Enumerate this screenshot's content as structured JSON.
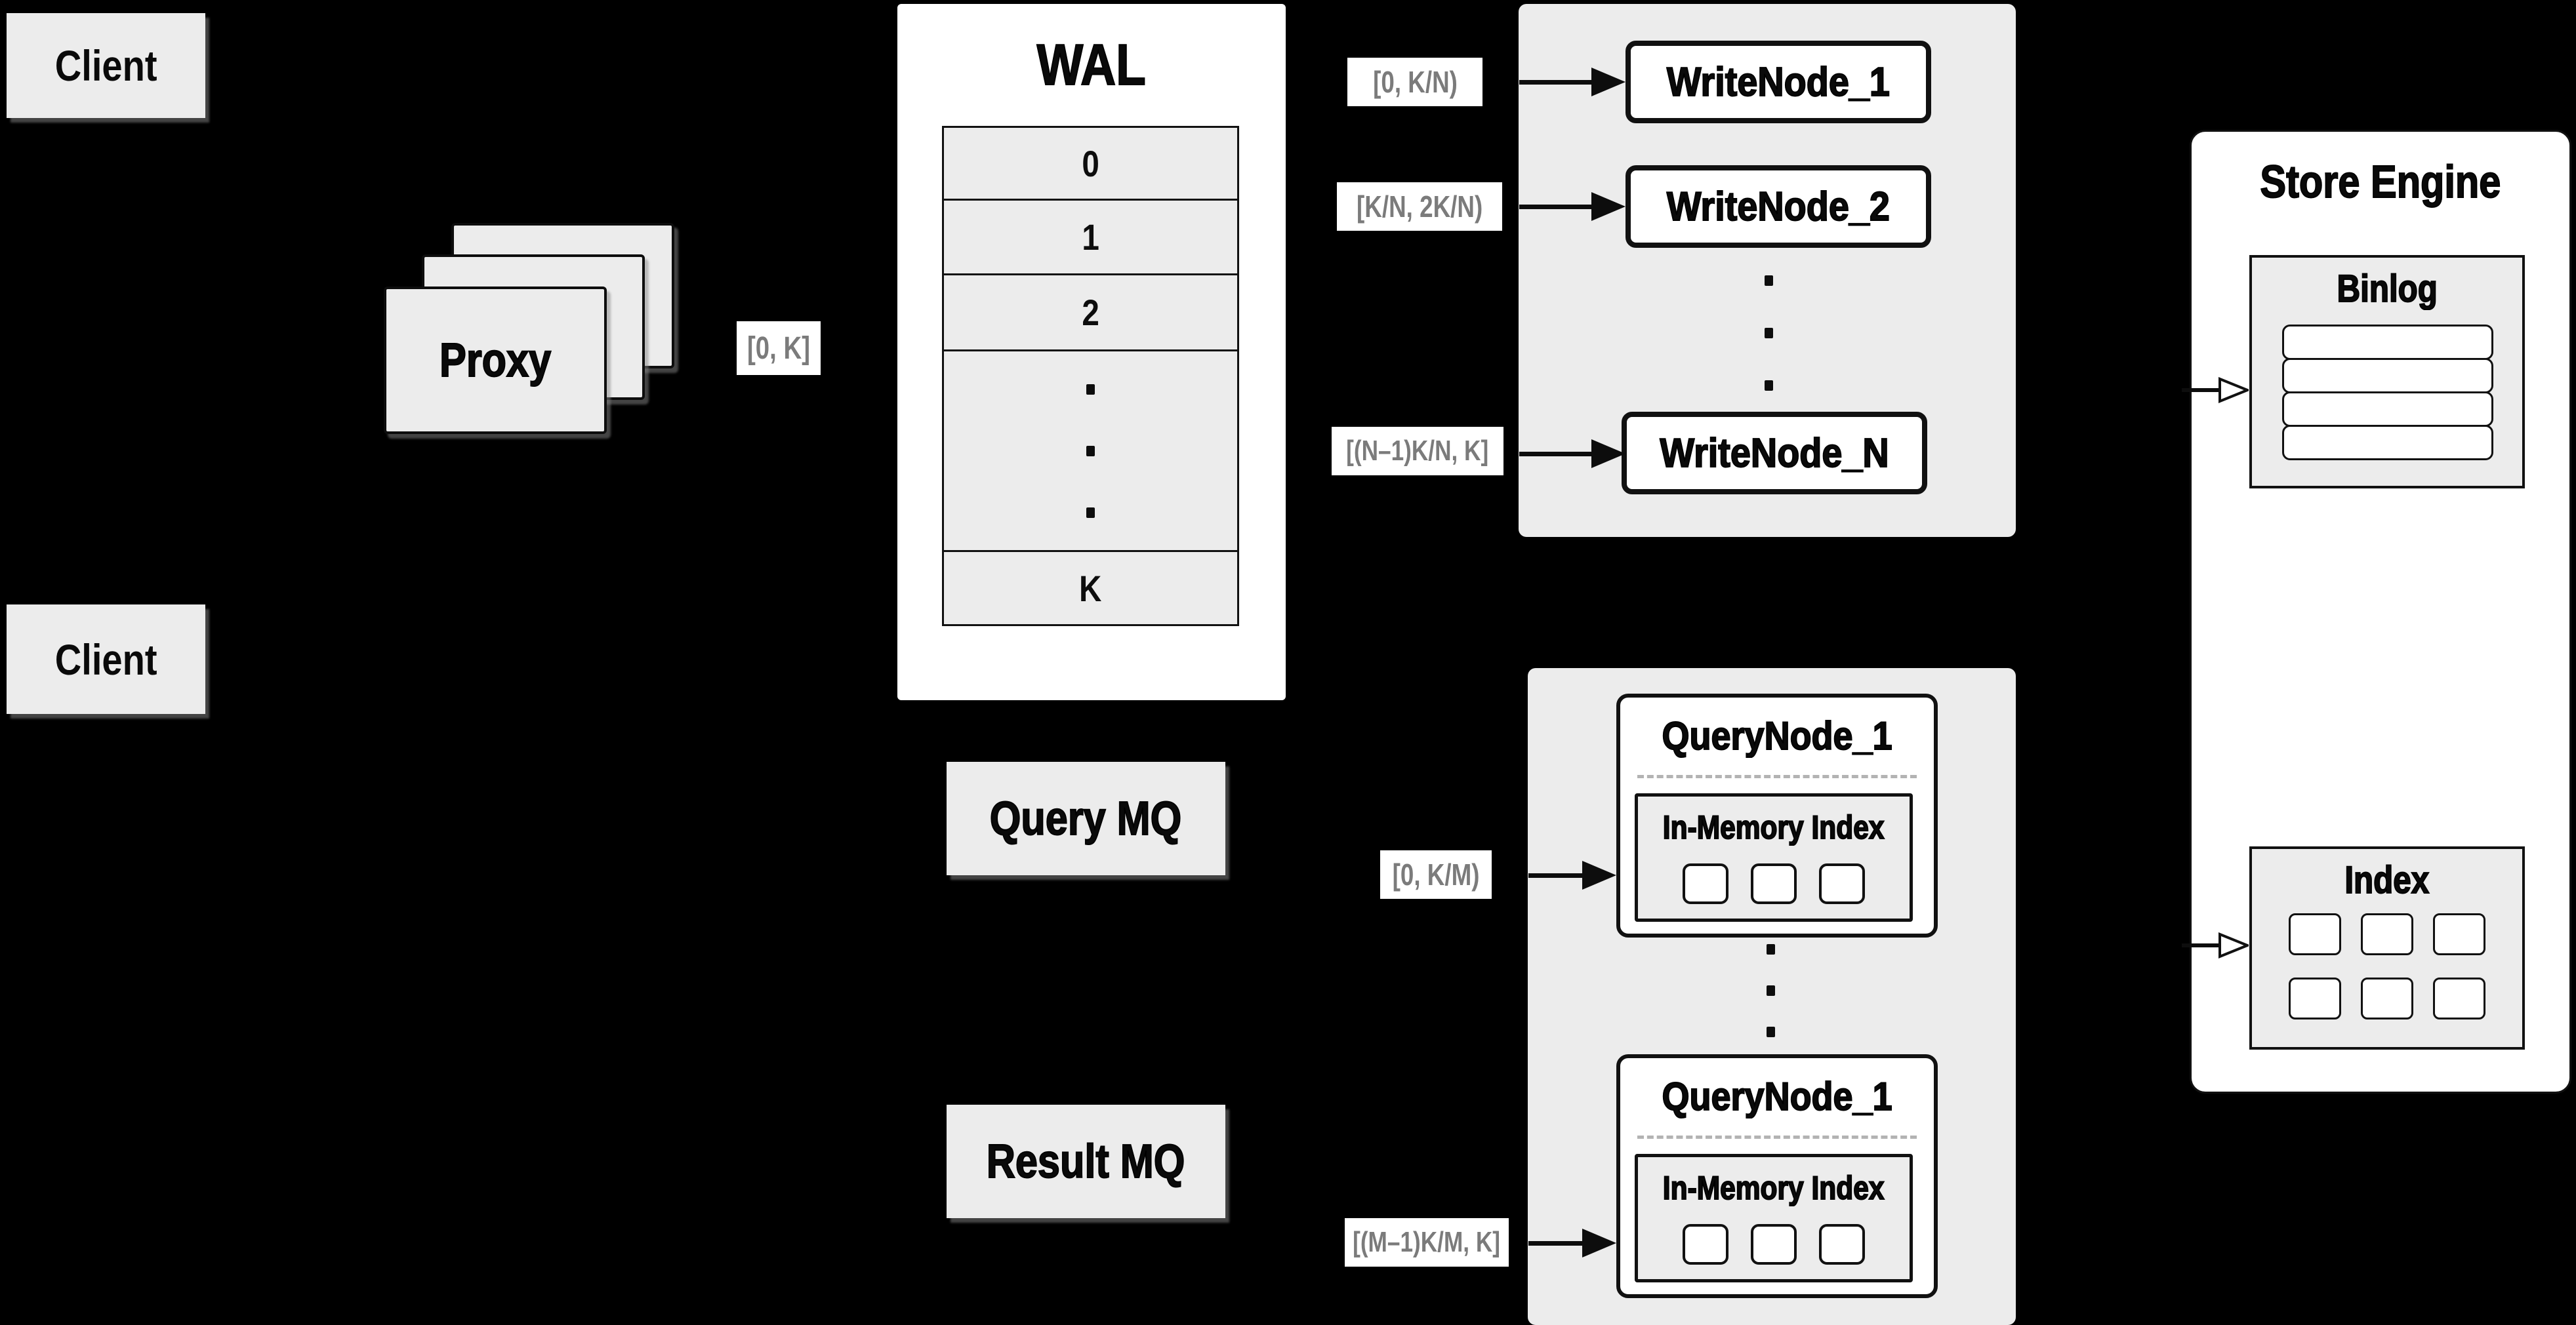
{
  "diagram": {
    "clients": {
      "top_label": "Client",
      "bottom_label": "Client"
    },
    "proxy": {
      "label": "Proxy",
      "range_out": "[0, K]"
    },
    "wal": {
      "title": "WAL",
      "segments": [
        "0",
        "1",
        "2",
        "K"
      ]
    },
    "write_section": {
      "nodes": [
        {
          "label": "WriteNode_1",
          "range": "[0, K/N)"
        },
        {
          "label": "WriteNode_2",
          "range": "[K/N, 2K/N)"
        },
        {
          "label": "WriteNode_N",
          "range": "[(N–1)K/N, K]"
        }
      ]
    },
    "mq": {
      "query_label": "Query MQ",
      "result_label": "Result MQ"
    },
    "query_section": {
      "nodes": [
        {
          "label": "QueryNode_1",
          "inner_title": "In-Memory Index",
          "range": "[0, K/M)"
        },
        {
          "label": "QueryNode_1",
          "inner_title": "In-Memory Index",
          "range": "[(M–1)K/M, K]"
        }
      ]
    },
    "store_engine": {
      "title": "Store Engine",
      "binlog_title": "Binlog",
      "index_title": "Index"
    },
    "colors": {
      "background": "#000000",
      "panel_gray": "#ececec",
      "node_fill": "#ffffff",
      "line": "#111111",
      "range_label_text": "#7b7b7b"
    }
  }
}
